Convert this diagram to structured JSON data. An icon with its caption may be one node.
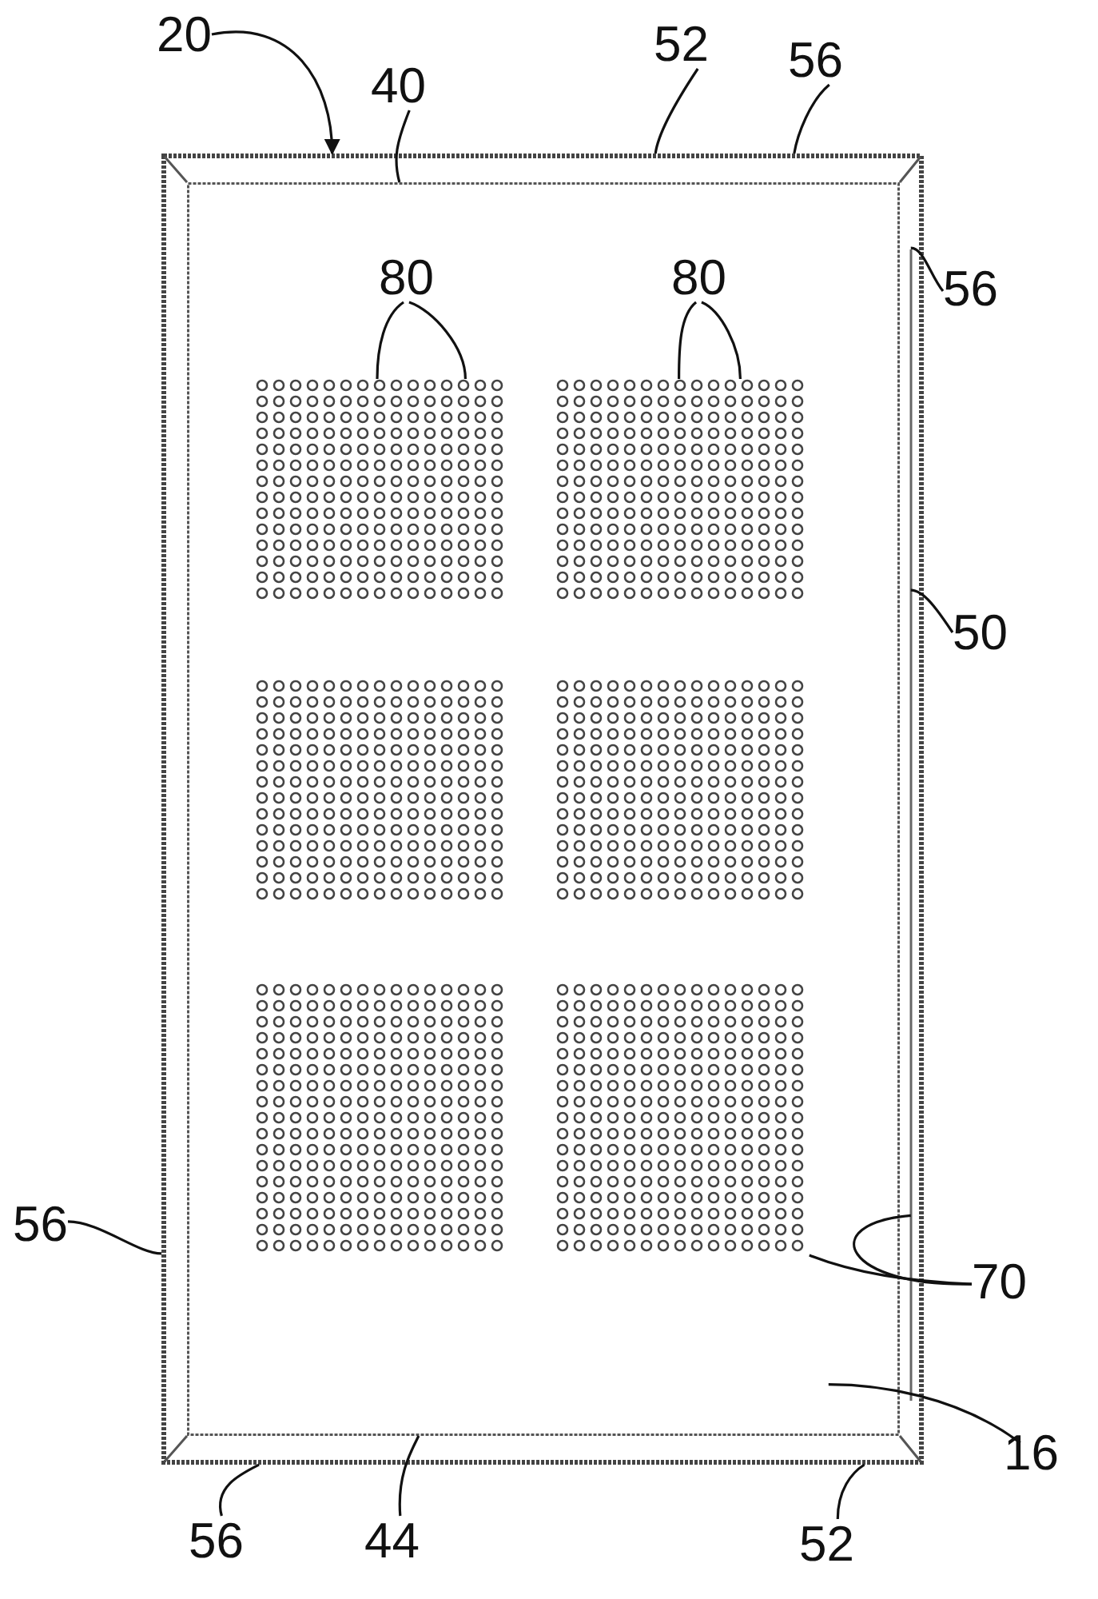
{
  "diagram": {
    "nodes": [
      {
        "text": [],
        "shape": "box"
      },
      {
        "text": [],
        "shape": "box",
        "in": 0
      },
      {
        "text": [],
        "shape": "picture",
        "in": 1
      },
      {
        "text": [],
        "shape": "picture",
        "in": 1
      },
      {
        "text": [],
        "shape": "picture",
        "in": 1
      },
      {
        "text": [],
        "shape": "picture",
        "in": 1
      },
      {
        "text": [],
        "shape": "picture",
        "in": 1
      },
      {
        "text": [],
        "shape": "picture",
        "in": 1
      },
      {
        "text": [
          "20"
        ]
      },
      {
        "text": [
          "40"
        ]
      },
      {
        "text": [
          "52"
        ]
      },
      {
        "text": [
          "56"
        ]
      },
      {
        "text": [
          "56"
        ]
      },
      {
        "text": [
          "50"
        ]
      },
      {
        "text": [
          "80"
        ],
        "in": 1
      },
      {
        "text": [
          "80"
        ],
        "in": 1
      },
      {
        "text": [
          "56"
        ]
      },
      {
        "text": [
          "70"
        ]
      },
      {
        "text": [
          "56"
        ]
      },
      {
        "text": [
          "44"
        ]
      },
      {
        "text": [
          "52"
        ]
      },
      {
        "text": [
          "16"
        ]
      }
    ],
    "edges": [
      {
        "from": 8,
        "to": 0,
        "arrow": "to"
      },
      {
        "from": 9,
        "to": 1,
        "arrow": "none"
      },
      {
        "from": 10,
        "to": 0,
        "arrow": "none"
      },
      {
        "from": 11,
        "to": 0,
        "arrow": "none"
      },
      {
        "from": 12,
        "to": 0,
        "arrow": "none"
      },
      {
        "from": 13,
        "to": 0,
        "arrow": "none"
      },
      {
        "from": 14,
        "to": 2,
        "arrow": "none"
      },
      {
        "from": 14,
        "to": 2,
        "arrow": "none"
      },
      {
        "from": 15,
        "to": 3,
        "arrow": "none"
      },
      {
        "from": 15,
        "to": 3,
        "arrow": "none"
      },
      {
        "from": 16,
        "to": 0,
        "arrow": "none"
      },
      {
        "from": 17,
        "to": 0,
        "arrow": "none"
      },
      {
        "from": 17,
        "to": 7,
        "arrow": "none"
      },
      {
        "from": 18,
        "to": 0,
        "arrow": "none"
      },
      {
        "from": 19,
        "to": 1,
        "arrow": "none"
      },
      {
        "from": 20,
        "to": 0,
        "arrow": "none"
      },
      {
        "from": 21,
        "to": 1,
        "arrow": "none"
      }
    ]
  }
}
